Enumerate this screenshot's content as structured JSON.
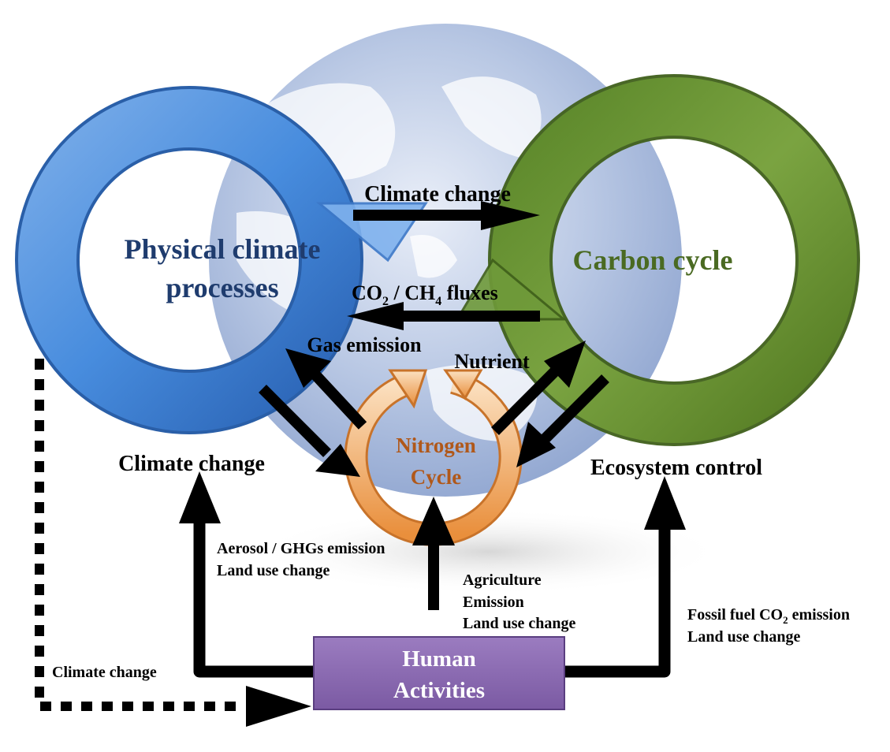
{
  "labels": {
    "physical_line1": "Physical climate",
    "physical_line2": "processes",
    "carbon": "Carbon cycle",
    "climate_change_top": "Climate change",
    "co2_ch4_fluxes": "CO2 / CH4 fluxes",
    "co2_ch4_fluxes_parts": {
      "a": "CO",
      "a_sub": "2",
      "b": " / CH",
      "b_sub": "4",
      "c": " fluxes"
    },
    "gas_emission": "Gas emission",
    "nutrient": "Nutrient",
    "nitrogen_line1": "Nitrogen",
    "nitrogen_line2": "Cycle",
    "climate_change_left": "Climate change",
    "ecosystem_control": "Ecosystem control",
    "aerosol": "Aerosol / GHGs emission",
    "land_use_left": "Land use change",
    "agriculture": "Agriculture",
    "emission": "Emission",
    "land_use_center": "Land use change",
    "fossil_fuel": "Fossil fuel CO2 emission",
    "fossil_fuel_parts": {
      "a": "Fossil fuel CO",
      "a_sub": "2",
      "b": " emission"
    },
    "land_use_right": "Land use change",
    "climate_change_bottom": "Climate change",
    "human_line1": "Human",
    "human_line2": "Activities"
  },
  "colors": {
    "physical_ring": "#4a90e2",
    "carbon_ring": "#76a03a",
    "physical_text": "#1f3c6e",
    "carbon_text": "#4a6a22",
    "nitrogen_ring": "#f0a75a",
    "nitrogen_text": "#b0581a",
    "human_box": "#8c6cb0",
    "globe": "#a9b9d9",
    "arrow": "#000000"
  }
}
